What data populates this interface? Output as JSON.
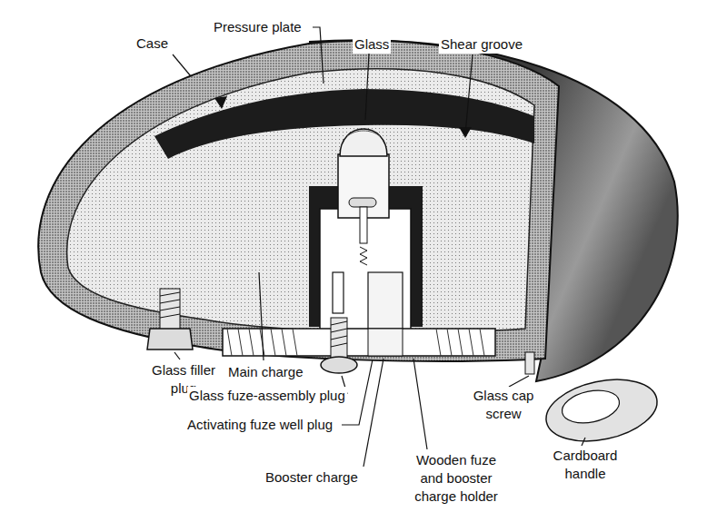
{
  "diagram": {
    "labels": [
      "Case",
      "Pressure plate",
      "Glass",
      "Shear groove",
      "Glass filler plug",
      "Main charge",
      "Glass fuze-assembly plug",
      "Activating fuze well plug",
      "Booster charge",
      "Wooden fuze and booster charge holder",
      "Glass cap screw",
      "Cardboard handle"
    ]
  }
}
